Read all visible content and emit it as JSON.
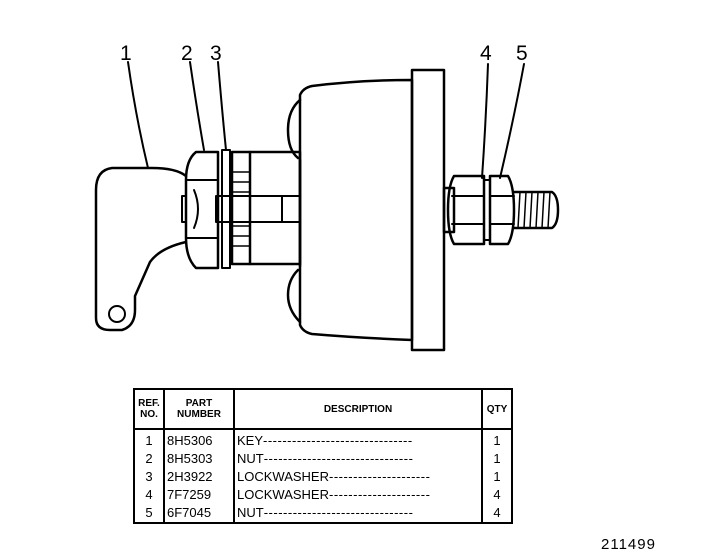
{
  "callouts": [
    "1",
    "2",
    "3",
    "4",
    "5"
  ],
  "table": {
    "headers": {
      "ref_line1": "REF.",
      "ref_line2": "NO.",
      "part_line1": "PART",
      "part_line2": "NUMBER",
      "description": "DESCRIPTION",
      "qty": "QTY"
    },
    "rows": [
      {
        "ref": "1",
        "part": "8H5306",
        "description": "KEY",
        "qty": "1"
      },
      {
        "ref": "2",
        "part": "8H5303",
        "description": "NUT",
        "qty": "1"
      },
      {
        "ref": "3",
        "part": "2H3922",
        "description": "LOCKWASHER",
        "qty": "1"
      },
      {
        "ref": "4",
        "part": "7F7259",
        "description": "LOCKWASHER",
        "qty": "4"
      },
      {
        "ref": "5",
        "part": "6F7045",
        "description": "NUT",
        "qty": "4"
      }
    ]
  },
  "figure_number": "211499"
}
